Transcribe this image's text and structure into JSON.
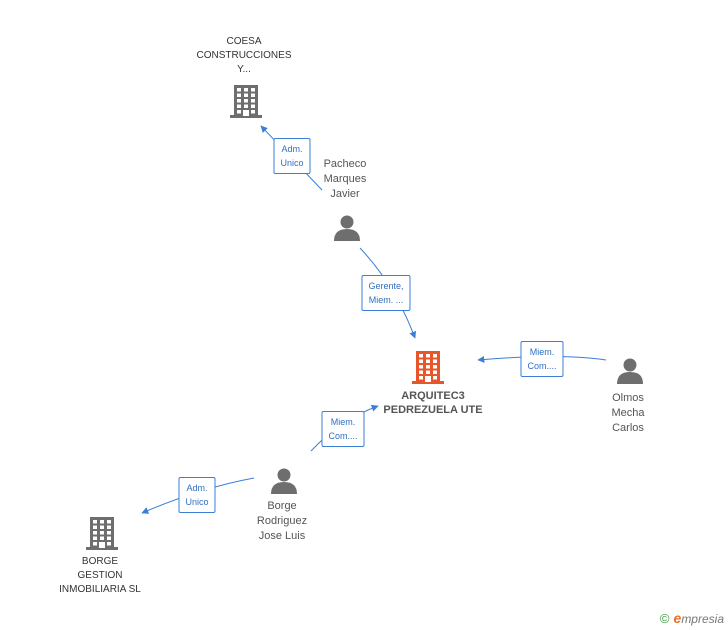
{
  "colors": {
    "line": "#3a7fd5",
    "company": "#6e6e6e",
    "main_company": "#e8552a",
    "person": "#6e6e6e"
  },
  "nodes": [
    {
      "id": "coesa",
      "type": "company",
      "label": "COESA\nCONSTRUCCIONES\nY..."
    },
    {
      "id": "pacheco",
      "type": "person",
      "label": "Pacheco\nMarques\nJavier"
    },
    {
      "id": "arquitec3",
      "type": "main_company",
      "label": "ARQUITEC3\nPEDREZUELA UTE"
    },
    {
      "id": "olmos",
      "type": "person",
      "label": "Olmos\nMecha\nCarlos"
    },
    {
      "id": "borge_person",
      "type": "person",
      "label": "Borge\nRodriguez\nJose Luis"
    },
    {
      "id": "borge_company",
      "type": "company",
      "label": "BORGE\nGESTION\nINMOBILIARIA SL"
    }
  ],
  "edges": [
    {
      "from": "pacheco",
      "to": "coesa",
      "label": "Adm.\nUnico"
    },
    {
      "from": "pacheco",
      "to": "arquitec3",
      "label": "Gerente,\nMiem. ..."
    },
    {
      "from": "olmos",
      "to": "arquitec3",
      "label": "Miem.\nCom...."
    },
    {
      "from": "borge_person",
      "to": "arquitec3",
      "label": "Miem.\nCom...."
    },
    {
      "from": "borge_person",
      "to": "borge_company",
      "label": "Adm.\nUnico"
    }
  ],
  "footer": {
    "copyright": "©",
    "brand_initial": "e",
    "brand_rest": "mpresia"
  }
}
